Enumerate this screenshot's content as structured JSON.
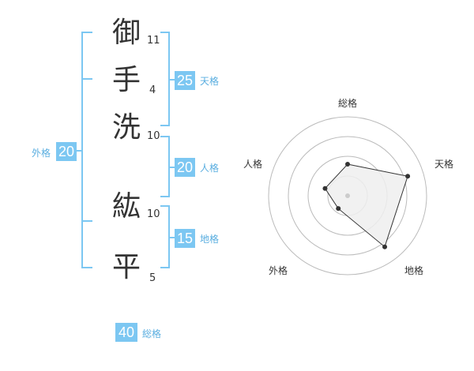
{
  "name": {
    "chars": [
      {
        "char": "御",
        "strokes": "11"
      },
      {
        "char": "手",
        "strokes": "4"
      },
      {
        "char": "洗",
        "strokes": "10"
      },
      {
        "char": "紘",
        "strokes": "10"
      },
      {
        "char": "平",
        "strokes": "5"
      }
    ]
  },
  "fortunes": {
    "tenkaku": {
      "value": "25",
      "label": "天格"
    },
    "jinkaku": {
      "value": "20",
      "label": "人格"
    },
    "chikaku": {
      "value": "15",
      "label": "地格"
    },
    "gaikaku": {
      "value": "20",
      "label": "外格"
    },
    "soukaku": {
      "value": "40",
      "label": "総格"
    }
  },
  "chart_data": {
    "type": "radar",
    "axes": [
      "総格",
      "天格",
      "地格",
      "外格",
      "人格"
    ],
    "values": [
      0.4,
      0.8,
      0.8,
      0.2,
      0.3
    ],
    "rings": 4,
    "colors": {
      "fill": "#eeeeee",
      "stroke": "#333333",
      "ring": "#bbbbbb",
      "center": "#cccccc"
    }
  },
  "colors": {
    "accent": "#7cc7f2",
    "accent_text": "#5aaee0"
  }
}
